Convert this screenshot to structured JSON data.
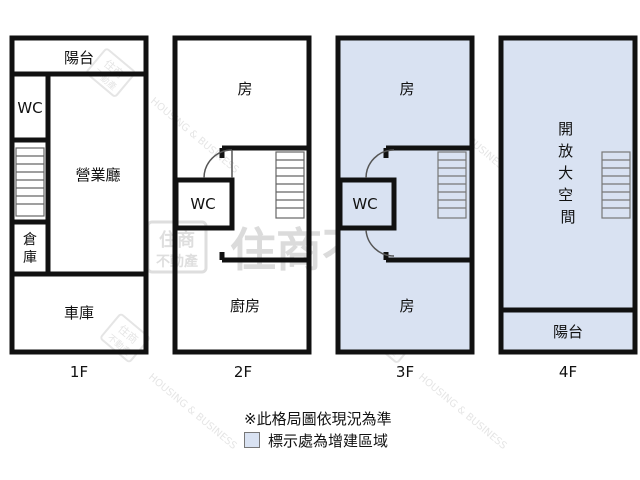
{
  "floors": [
    {
      "label": "1F",
      "rooms": {
        "balcony": "陽台",
        "wc": "WC",
        "hall": "營業廳",
        "storage": "倉\n庫",
        "garage": "車庫"
      }
    },
    {
      "label": "2F",
      "rooms": {
        "room": "房",
        "wc": "WC",
        "kitchen": "廚房"
      }
    },
    {
      "label": "3F",
      "rooms": {
        "room_top": "房",
        "wc": "WC",
        "room_bottom": "房"
      }
    },
    {
      "label": "4F",
      "rooms": {
        "open_space": "開\n放\n大\n空\n間",
        "balcony": "陽台"
      }
    }
  ],
  "watermark": {
    "main": "住商不動產",
    "logo_top": "住商",
    "logo_bottom": "不動產",
    "diagonal": "HOUSING & BUSINESS"
  },
  "note": "※此格局圖依現況為準",
  "legend": {
    "label": "標示處為增建區域",
    "color": "#d9e2f2"
  },
  "colors": {
    "wall": "#111111",
    "addition_fill": "#d9e2f2"
  }
}
